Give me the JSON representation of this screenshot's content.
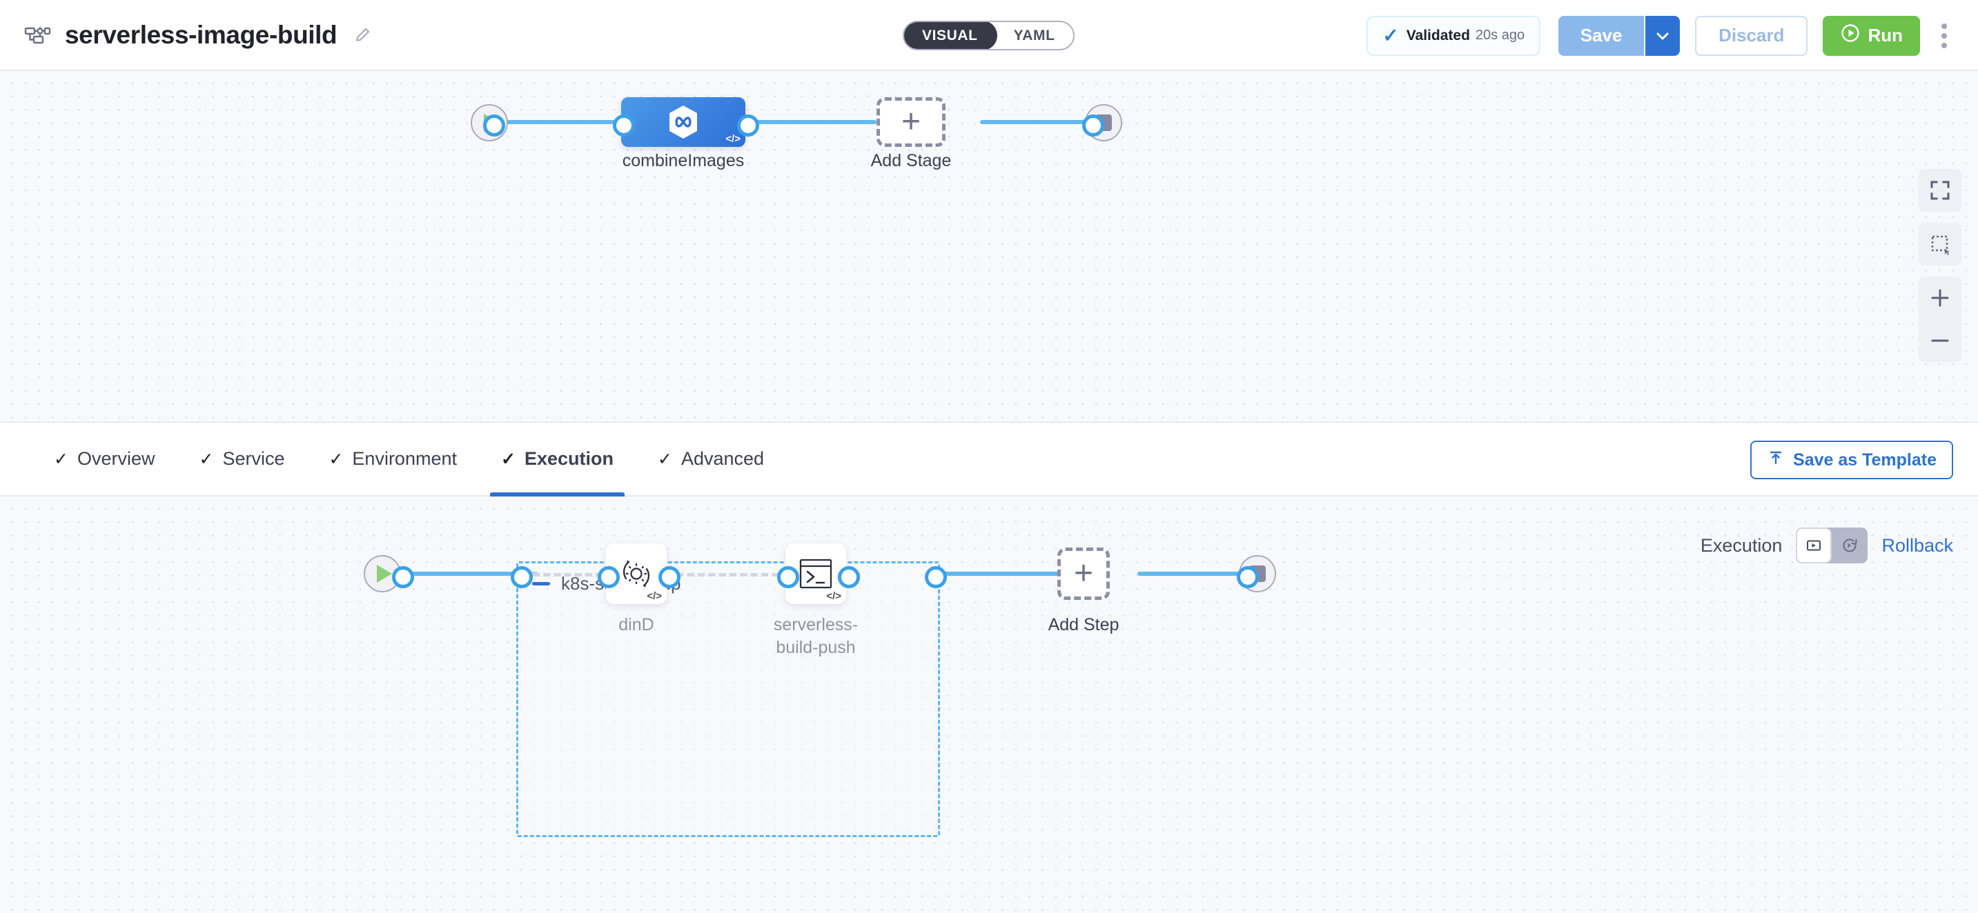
{
  "header": {
    "pipeline_icon": "pipeline-flow-icon",
    "title": "serverless-image-build",
    "edit_icon": "pencil-icon",
    "mode_toggle": {
      "visual_label": "VISUAL",
      "yaml_label": "YAML",
      "selected": "VISUAL"
    },
    "validated": {
      "check_icon": "check-icon",
      "label": "Validated",
      "time": "20s ago"
    },
    "save_label": "Save",
    "save_caret_icon": "chevron-down-icon",
    "discard_label": "Discard",
    "run_label": "Run",
    "run_icon": "play-circle-icon",
    "more_icon": "kebab-menu-icon"
  },
  "canvas_top": {
    "start_icon": "play-icon",
    "end_icon": "stop-icon",
    "nodes": [
      {
        "name": "combineImages",
        "icon": "harness-hexagon-icon",
        "badge": "</>"
      },
      {
        "name": "Add Stage",
        "icon": "plus-icon"
      }
    ]
  },
  "tabs": {
    "items": [
      {
        "label": "Overview",
        "check": "✓",
        "active": false
      },
      {
        "label": "Service",
        "check": "✓",
        "active": false
      },
      {
        "label": "Environment",
        "check": "✓",
        "active": false
      },
      {
        "label": "Execution",
        "check": "✓",
        "active": true
      },
      {
        "label": "Advanced",
        "check": "✓",
        "active": false
      }
    ],
    "save_as_template": {
      "label": "Save as Template",
      "icon": "save-template-icon"
    }
  },
  "execution_bar": {
    "execution_label": "Execution",
    "rollback_label": "Rollback",
    "execution_icon": "execution-view-icon",
    "rollback_icon": "rollback-view-icon",
    "selected": "Execution"
  },
  "canvas_bottom": {
    "start_icon": "play-icon",
    "end_icon": "stop-icon",
    "step_group": {
      "title": "k8s-step-group",
      "collapse_icon": "minus-icon",
      "steps": [
        {
          "name": "dinD",
          "icon": "gear-refresh-icon",
          "badge": "</>"
        },
        {
          "name": "serverless-\nbuild-push",
          "name_line1": "serverless-",
          "name_line2": "build-push",
          "icon": "terminal-icon",
          "badge": "</>"
        }
      ]
    },
    "add_step": {
      "label": "Add Step",
      "icon": "plus-icon"
    }
  },
  "canvas_controls": {
    "fit_icon": "fit-screen-icon",
    "select_icon": "marquee-select-icon",
    "zoom_in_icon": "plus-icon",
    "zoom_out_icon": "minus-icon"
  },
  "colors": {
    "accent_blue": "#2d72d2",
    "edge_blue": "#62b8f0",
    "run_green": "#6cc24a",
    "node_blue": "#3f86e0",
    "canvas_bg": "#f8f9fc"
  }
}
